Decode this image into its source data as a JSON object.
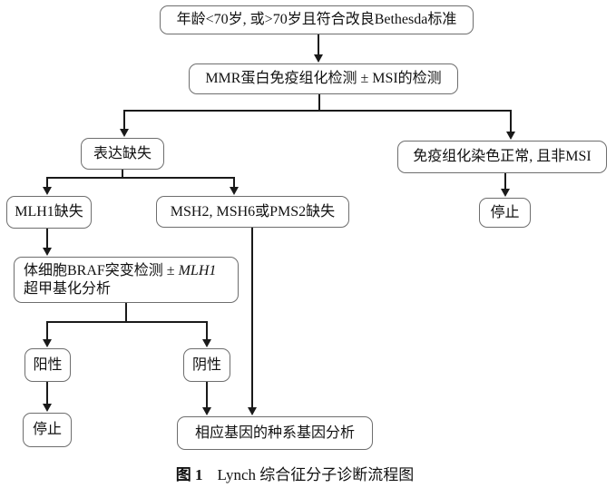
{
  "diagram": {
    "nodes": {
      "criteria": "年龄<70岁, 或>70岁且符合改良Bethesda标准",
      "ihc": "MMR蛋白免疫组化检测 ± MSI的检测",
      "expression_loss": "表达缺失",
      "ihc_normal": "免疫组化染色正常, 且非MSI",
      "stop_right": "停止",
      "mlh1_loss": "MLH1缺失",
      "msh_loss": "MSH2, MSH6或PMS2缺失",
      "braf_line1": "体细胞BRAF突变检测 ± ",
      "braf_gene": "MLH1",
      "braf_line2": "超甲基化分析",
      "positive": "阳性",
      "negative": "阴性",
      "stop_left": "停止",
      "germline": "相应基因的种系基因分析"
    },
    "caption": {
      "label": "图 1",
      "title": "Lynch 综合征分子诊断流程图"
    },
    "colors": {
      "line": "#1a1a1a",
      "box_border": "#6e6e6e",
      "background": "#ffffff",
      "text": "#111111"
    }
  }
}
